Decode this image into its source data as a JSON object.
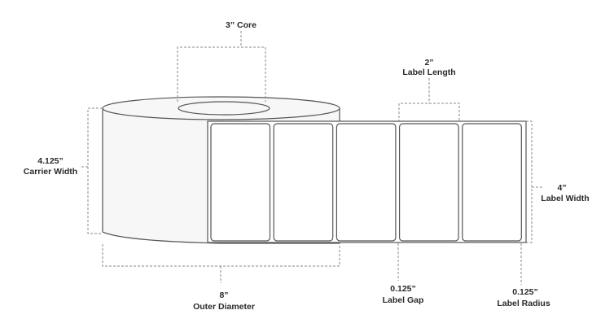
{
  "dimensions": {
    "core": {
      "value": "3”",
      "label": "Core"
    },
    "label_length": {
      "value": "2”",
      "label": "Label Length"
    },
    "carrier_width": {
      "value": "4.125”",
      "label": "Carrier Width"
    },
    "label_width": {
      "value": "4”",
      "label": "Label Width"
    },
    "outer_diameter": {
      "value": "8”",
      "label": "Outer Diameter"
    },
    "label_gap": {
      "value": "0.125”",
      "label": "Label Gap"
    },
    "label_radius": {
      "value": "0.125”",
      "label": "Label Radius"
    }
  },
  "visible_label_count": 5
}
